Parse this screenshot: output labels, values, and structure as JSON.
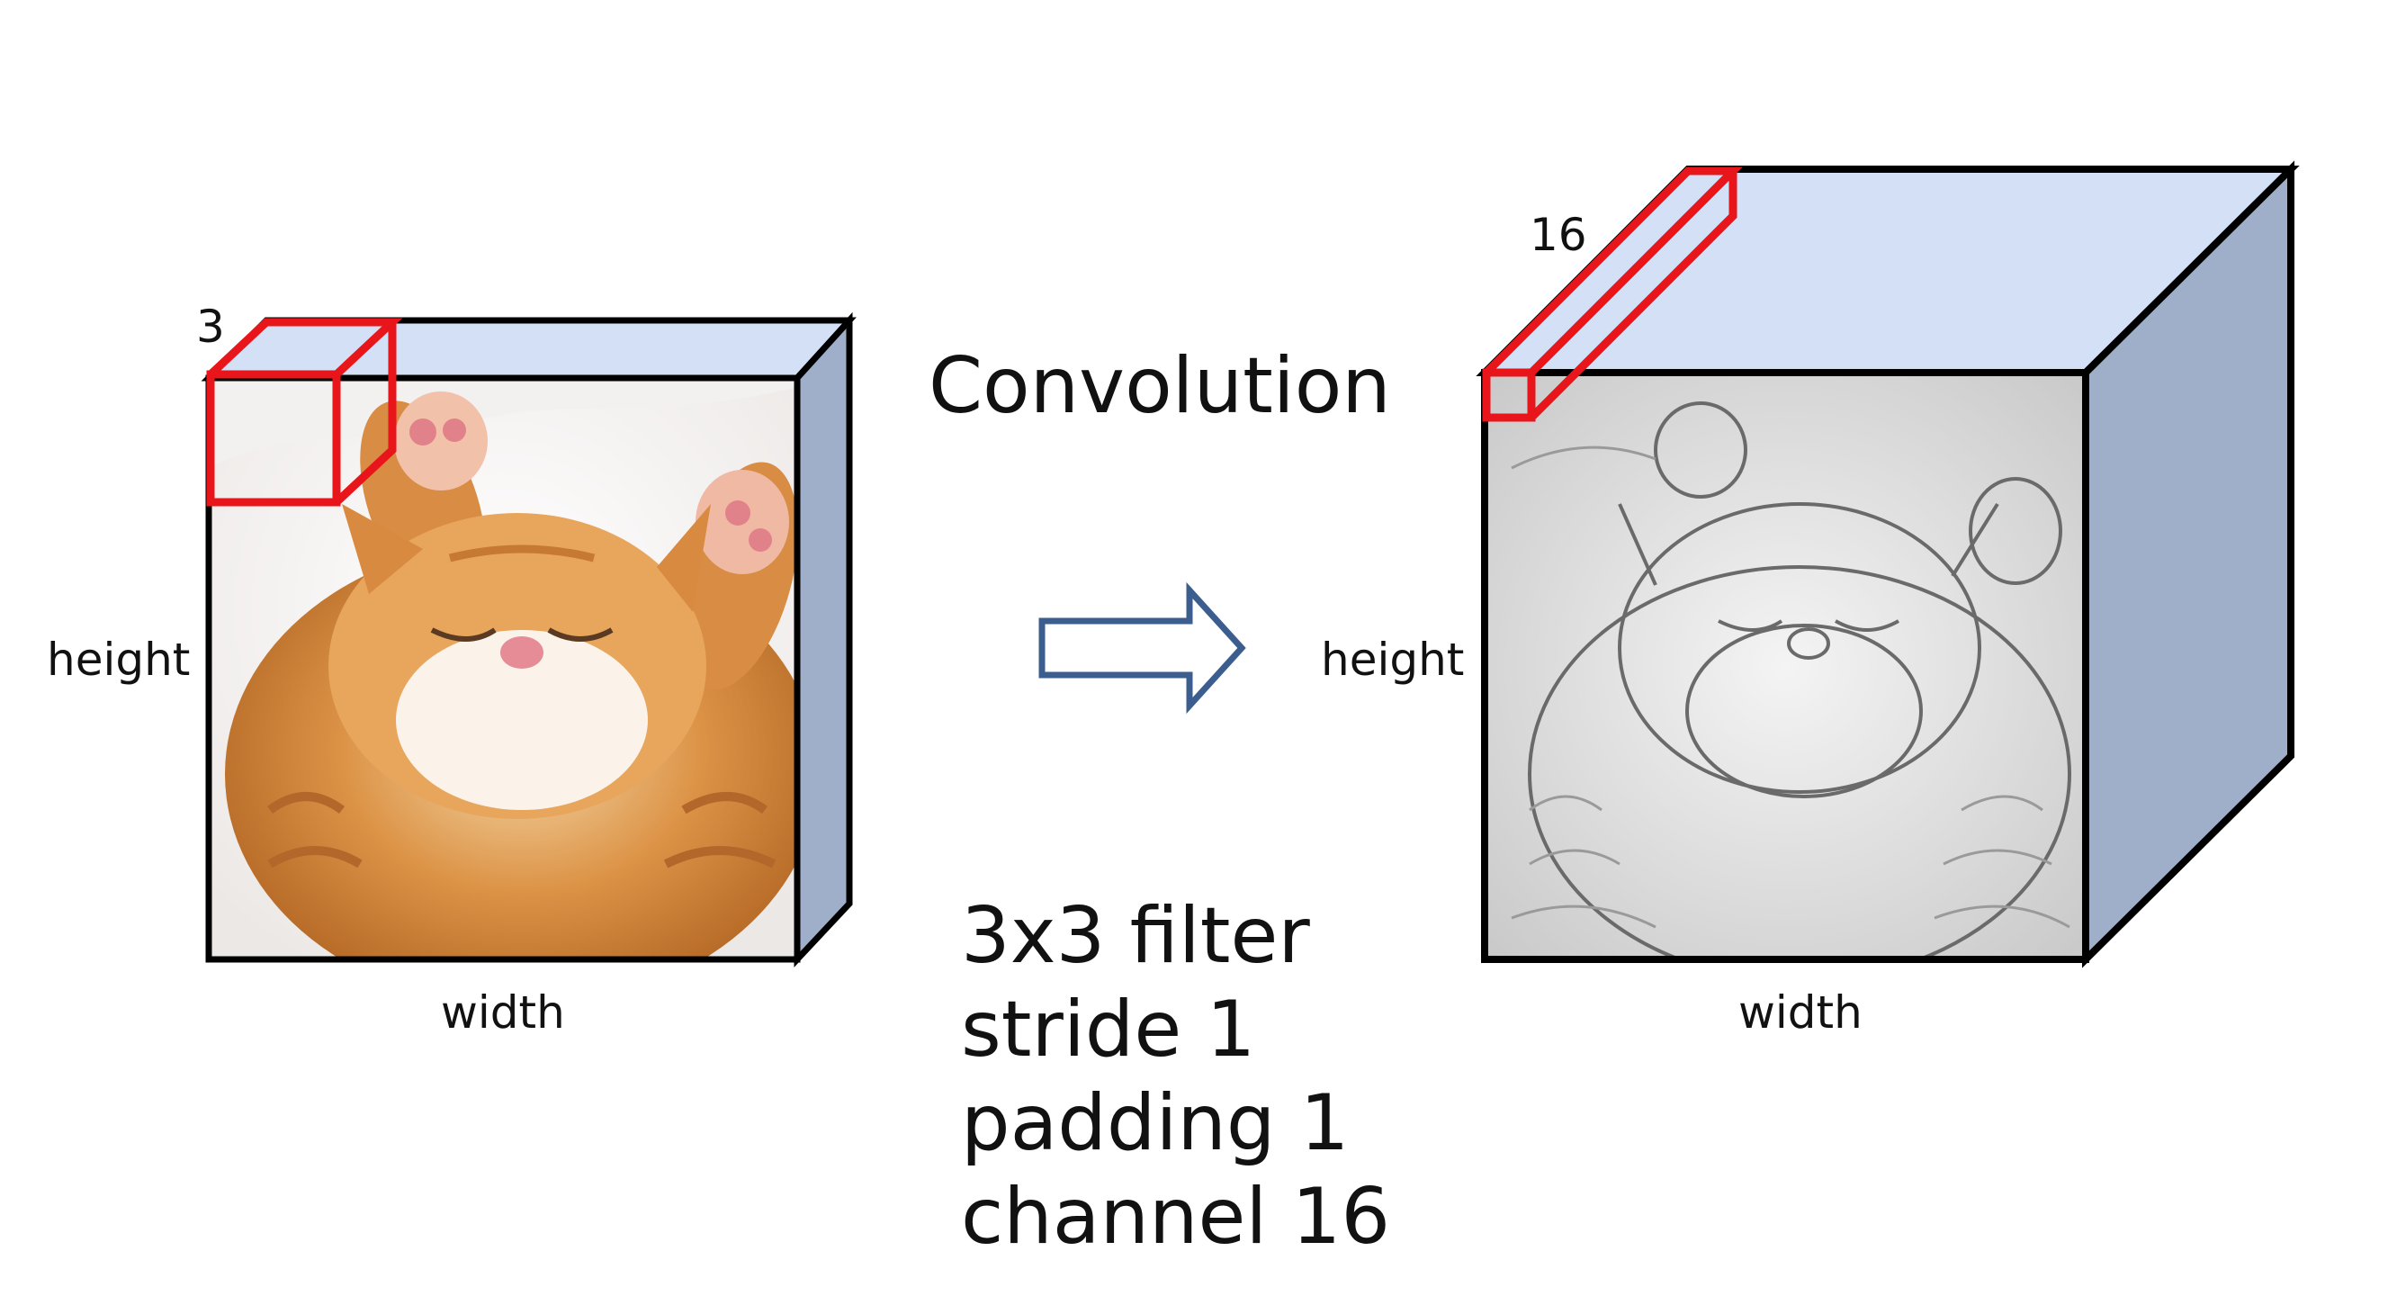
{
  "input_volume": {
    "channel_label": "3",
    "height_label": "height",
    "width_label": "width",
    "image": "sleeping-kitten-photo",
    "filter_highlight": "3x3x3-receptive-field"
  },
  "operation": {
    "title": "Convolution",
    "arrow_icon": "right-arrow-icon"
  },
  "parameters": {
    "filter": "3x3  filter",
    "stride": "stride  1",
    "padding": "padding  1",
    "channel": "channel  16"
  },
  "output_volume": {
    "channel_label": "16",
    "height_label": "height",
    "width_label": "width",
    "image": "kitten-edge-feature-map",
    "filter_highlight": "1x1x16-depth-column"
  },
  "colors": {
    "cube_top": "#d3e0f5",
    "cube_side": "#9fafc9",
    "highlight": "#e8151b",
    "arrow": "#3c5e8e",
    "outline": "#000000"
  }
}
